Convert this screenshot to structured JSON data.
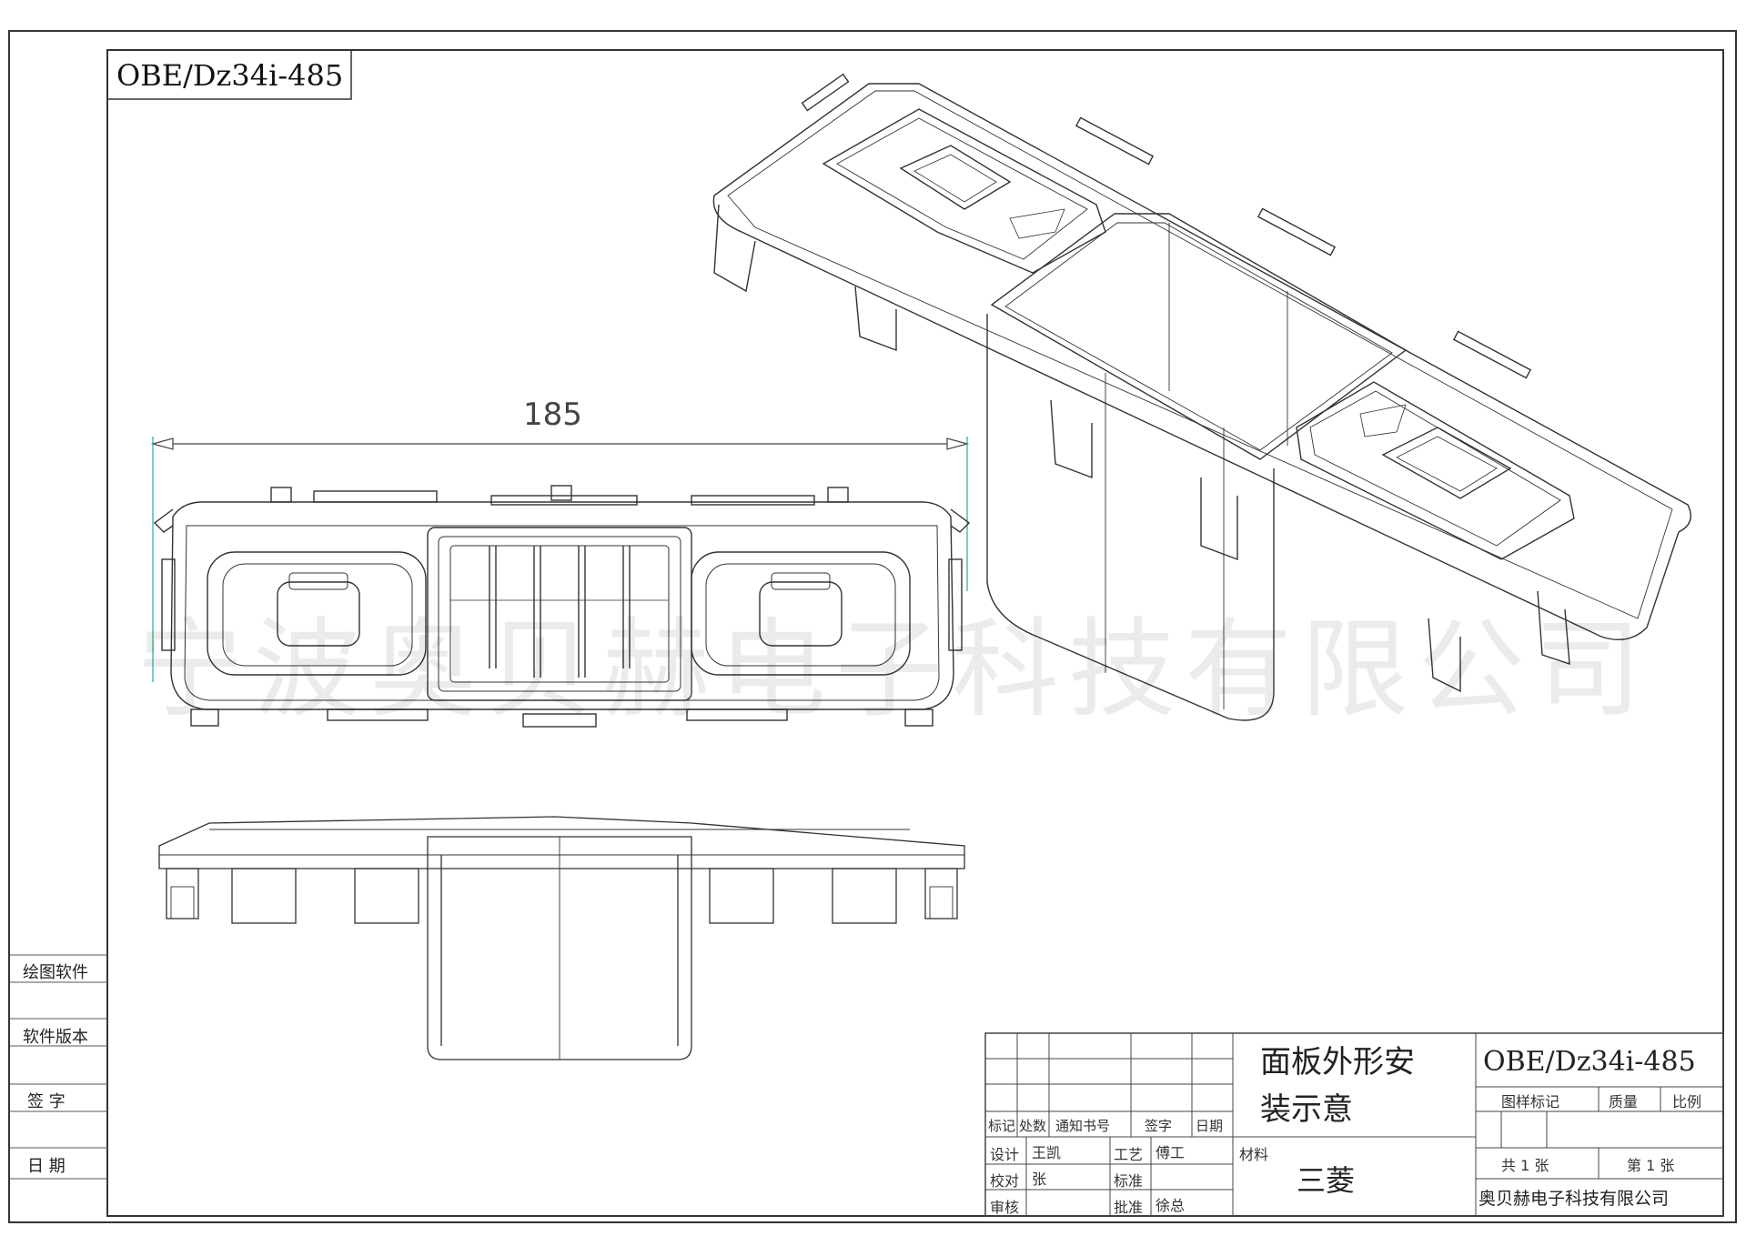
{
  "drawing_number": "OBE/Dz34i-485",
  "watermark": "宁波奥贝赫电子科技有限公司",
  "dimension": "185",
  "left_column": {
    "software": "绘图软件",
    "version": "软件版本",
    "signature": "签 字",
    "date": "日 期"
  },
  "title_block": {
    "title_line1": "面板外形安",
    "title_line2": "装示意",
    "drawing_number": "OBE/Dz34i-485",
    "mark": "图样标记",
    "weight": "质量",
    "scale": "比例",
    "total_sheets": "共 1 张",
    "sheet_no": "第 1 张",
    "company": "奥贝赫电子科技有限公司",
    "material_label": "材料",
    "material": "三菱",
    "change_mark": "标记",
    "count": "处数",
    "notice_no": "通知书号",
    "sign": "签字",
    "date": "日期",
    "design_label": "设计",
    "designer": "王凯",
    "process_label": "工艺",
    "process_person": "傅工",
    "check_label": "校对",
    "checker": "张",
    "standard_label": "标准",
    "review_label": "审核",
    "approve_label": "批准",
    "approver": "徐总"
  }
}
